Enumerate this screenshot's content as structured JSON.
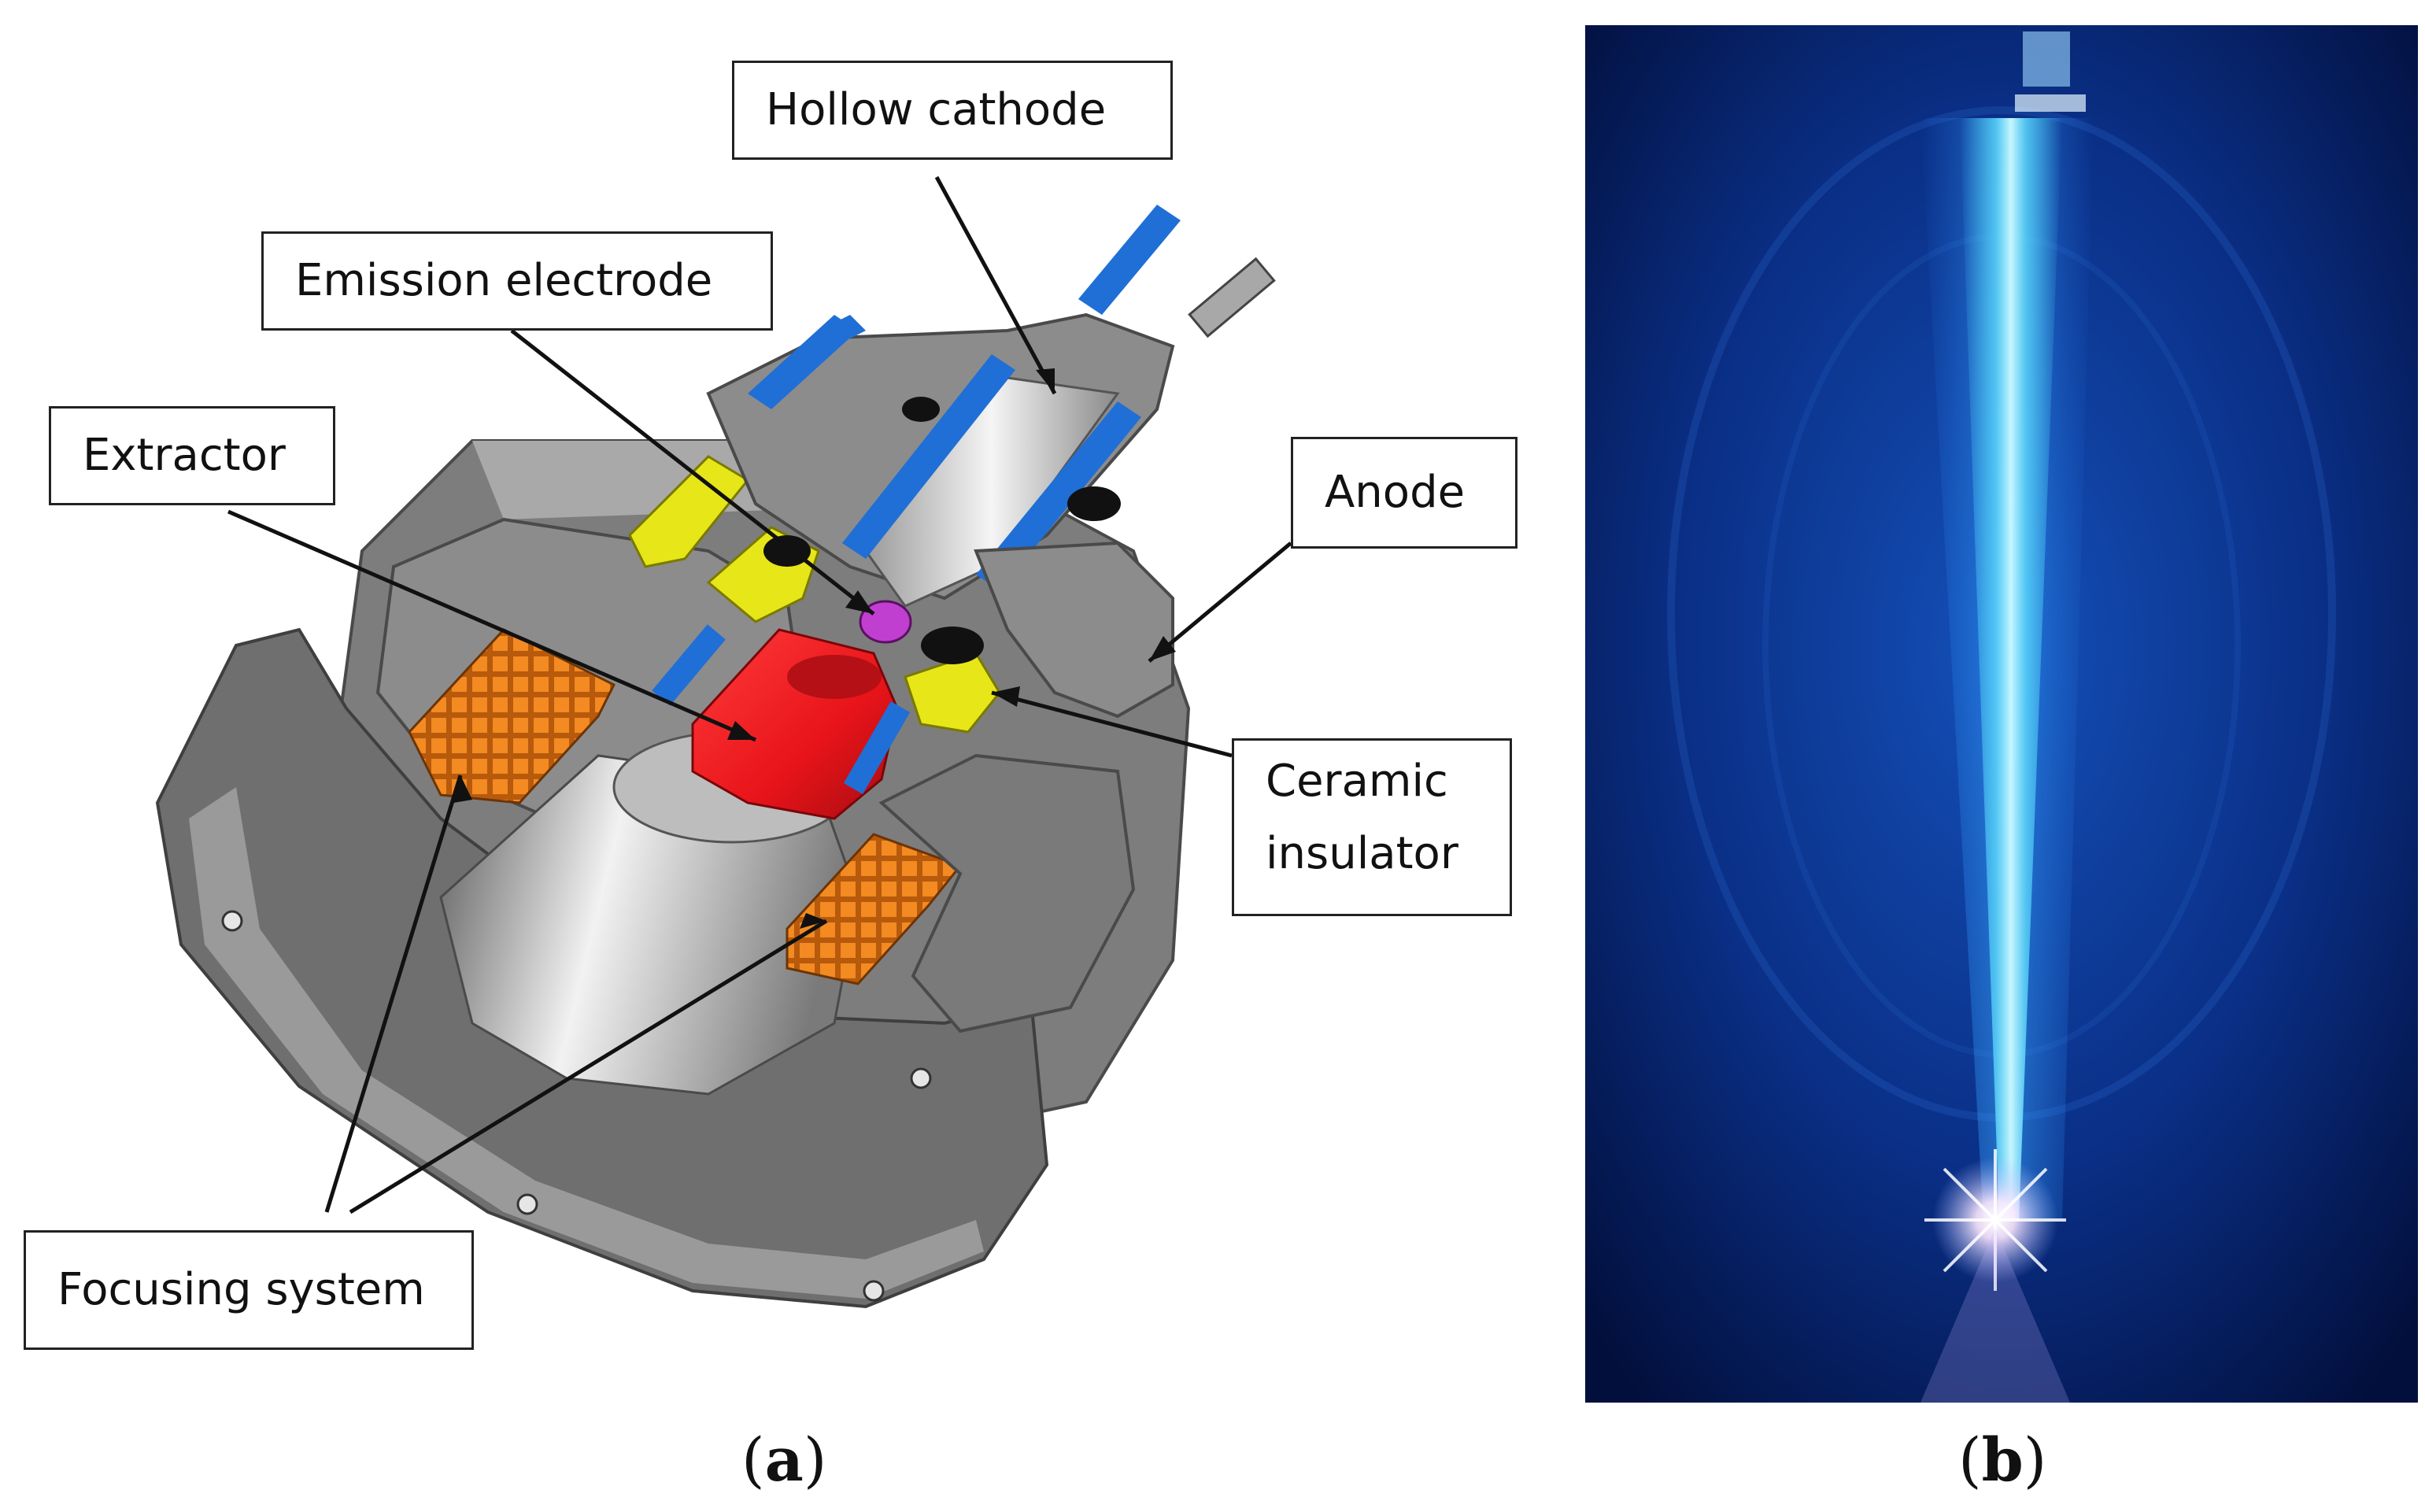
{
  "callouts": {
    "hollow_cathode": "Hollow cathode",
    "emission_electrode": "Emission electrode",
    "extractor": "Extractor",
    "anode": "Anode",
    "ceramic_insulator_line1": "Ceramic",
    "ceramic_insulator_line2": "insulator",
    "focusing_system": "Focusing system"
  },
  "panel_labels": {
    "a": "a",
    "b": "b"
  },
  "colors": {
    "body_gray": "#8c8c8c",
    "bore_light": "#d9d9d9",
    "electrode_blue": "#1f6fd6",
    "insulator_yellow": "#e6e619",
    "extractor_red": "#e8141a",
    "coil_orange": "#f07a14",
    "emitter_magenta": "#c03fd0",
    "beam_cyan": "#4fd7ff",
    "chamber_dark": "#031a55"
  }
}
